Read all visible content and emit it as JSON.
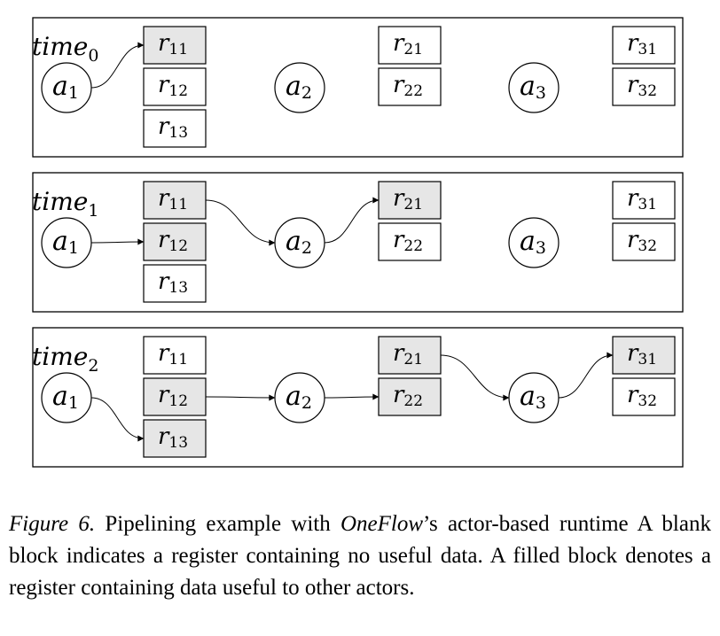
{
  "panels": [
    {
      "time_label": "time",
      "time_sub": "0",
      "actors": [
        {
          "base": "a",
          "sub": "1"
        },
        {
          "base": "a",
          "sub": "2"
        },
        {
          "base": "a",
          "sub": "3"
        }
      ],
      "registers": [
        {
          "id": "r11",
          "base": "r",
          "sub": "11",
          "filled": true
        },
        {
          "id": "r12",
          "base": "r",
          "sub": "12",
          "filled": false
        },
        {
          "id": "r13",
          "base": "r",
          "sub": "13",
          "filled": false
        },
        {
          "id": "r21",
          "base": "r",
          "sub": "21",
          "filled": false
        },
        {
          "id": "r22",
          "base": "r",
          "sub": "22",
          "filled": false
        },
        {
          "id": "r31",
          "base": "r",
          "sub": "31",
          "filled": false
        },
        {
          "id": "r32",
          "base": "r",
          "sub": "32",
          "filled": false
        }
      ],
      "edges": [
        {
          "from": "a1",
          "to": "r11"
        }
      ]
    },
    {
      "time_label": "time",
      "time_sub": "1",
      "actors": [
        {
          "base": "a",
          "sub": "1"
        },
        {
          "base": "a",
          "sub": "2"
        },
        {
          "base": "a",
          "sub": "3"
        }
      ],
      "registers": [
        {
          "id": "r11",
          "base": "r",
          "sub": "11",
          "filled": true
        },
        {
          "id": "r12",
          "base": "r",
          "sub": "12",
          "filled": true
        },
        {
          "id": "r13",
          "base": "r",
          "sub": "13",
          "filled": false
        },
        {
          "id": "r21",
          "base": "r",
          "sub": "21",
          "filled": true
        },
        {
          "id": "r22",
          "base": "r",
          "sub": "22",
          "filled": false
        },
        {
          "id": "r31",
          "base": "r",
          "sub": "31",
          "filled": false
        },
        {
          "id": "r32",
          "base": "r",
          "sub": "32",
          "filled": false
        }
      ],
      "edges": [
        {
          "from": "a1",
          "to": "r12"
        },
        {
          "from": "r11",
          "to": "a2"
        },
        {
          "from": "a2",
          "to": "r21"
        }
      ]
    },
    {
      "time_label": "time",
      "time_sub": "2",
      "actors": [
        {
          "base": "a",
          "sub": "1"
        },
        {
          "base": "a",
          "sub": "2"
        },
        {
          "base": "a",
          "sub": "3"
        }
      ],
      "registers": [
        {
          "id": "r11",
          "base": "r",
          "sub": "11",
          "filled": false
        },
        {
          "id": "r12",
          "base": "r",
          "sub": "12",
          "filled": true
        },
        {
          "id": "r13",
          "base": "r",
          "sub": "13",
          "filled": true
        },
        {
          "id": "r21",
          "base": "r",
          "sub": "21",
          "filled": true
        },
        {
          "id": "r22",
          "base": "r",
          "sub": "22",
          "filled": true
        },
        {
          "id": "r31",
          "base": "r",
          "sub": "31",
          "filled": true
        },
        {
          "id": "r32",
          "base": "r",
          "sub": "32",
          "filled": false
        }
      ],
      "edges": [
        {
          "from": "a1",
          "to": "r13"
        },
        {
          "from": "r12",
          "to": "a2"
        },
        {
          "from": "a2",
          "to": "r22"
        },
        {
          "from": "r21",
          "to": "a3"
        },
        {
          "from": "a3",
          "to": "r31"
        }
      ]
    }
  ],
  "caption": {
    "label": "Figure 6.",
    "text_before": " Pipelining example with ",
    "emphasis": "OneFlow",
    "text_after": "’s actor-based runtime A blank block indicates a register containing no useful data. A filled block denotes a register containing data useful to other actors."
  }
}
